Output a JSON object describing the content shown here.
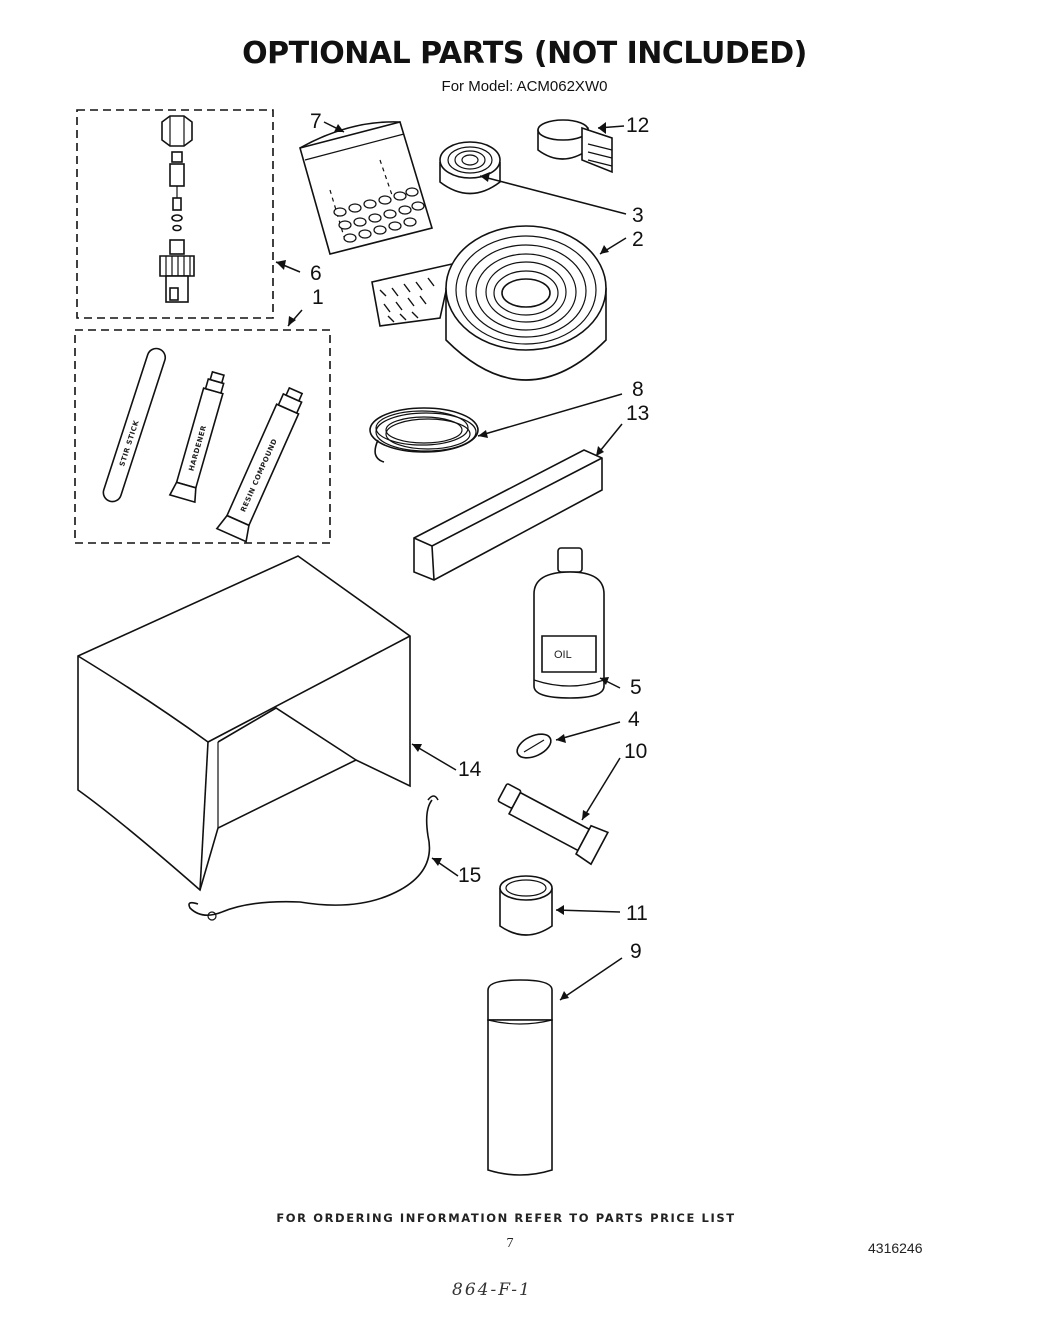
{
  "header": {
    "title": "OPTIONAL PARTS (NOT INCLUDED)",
    "subtitle": "For Model: ACM062XW0"
  },
  "callouts": [
    {
      "id": "c1",
      "label": "1"
    },
    {
      "id": "c2",
      "label": "2"
    },
    {
      "id": "c3",
      "label": "3"
    },
    {
      "id": "c4",
      "label": "4"
    },
    {
      "id": "c5",
      "label": "5"
    },
    {
      "id": "c6",
      "label": "6"
    },
    {
      "id": "c7",
      "label": "7"
    },
    {
      "id": "c8",
      "label": "8"
    },
    {
      "id": "c9",
      "label": "9"
    },
    {
      "id": "c10",
      "label": "10"
    },
    {
      "id": "c11",
      "label": "11"
    },
    {
      "id": "c12",
      "label": "12"
    },
    {
      "id": "c13",
      "label": "13"
    },
    {
      "id": "c14",
      "label": "14"
    },
    {
      "id": "c15",
      "label": "15"
    }
  ],
  "part_labels": {
    "stir_stick": "STIR STICK",
    "hardener": "HARDENER",
    "resin": "RESIN COMPOUND",
    "oil": "OIL"
  },
  "footer": {
    "ordering_note": "FOR ORDERING INFORMATION REFER TO PARTS PRICE LIST",
    "page_number": "7",
    "doc_number": "4316246",
    "handwritten_note": "864-F-1"
  }
}
